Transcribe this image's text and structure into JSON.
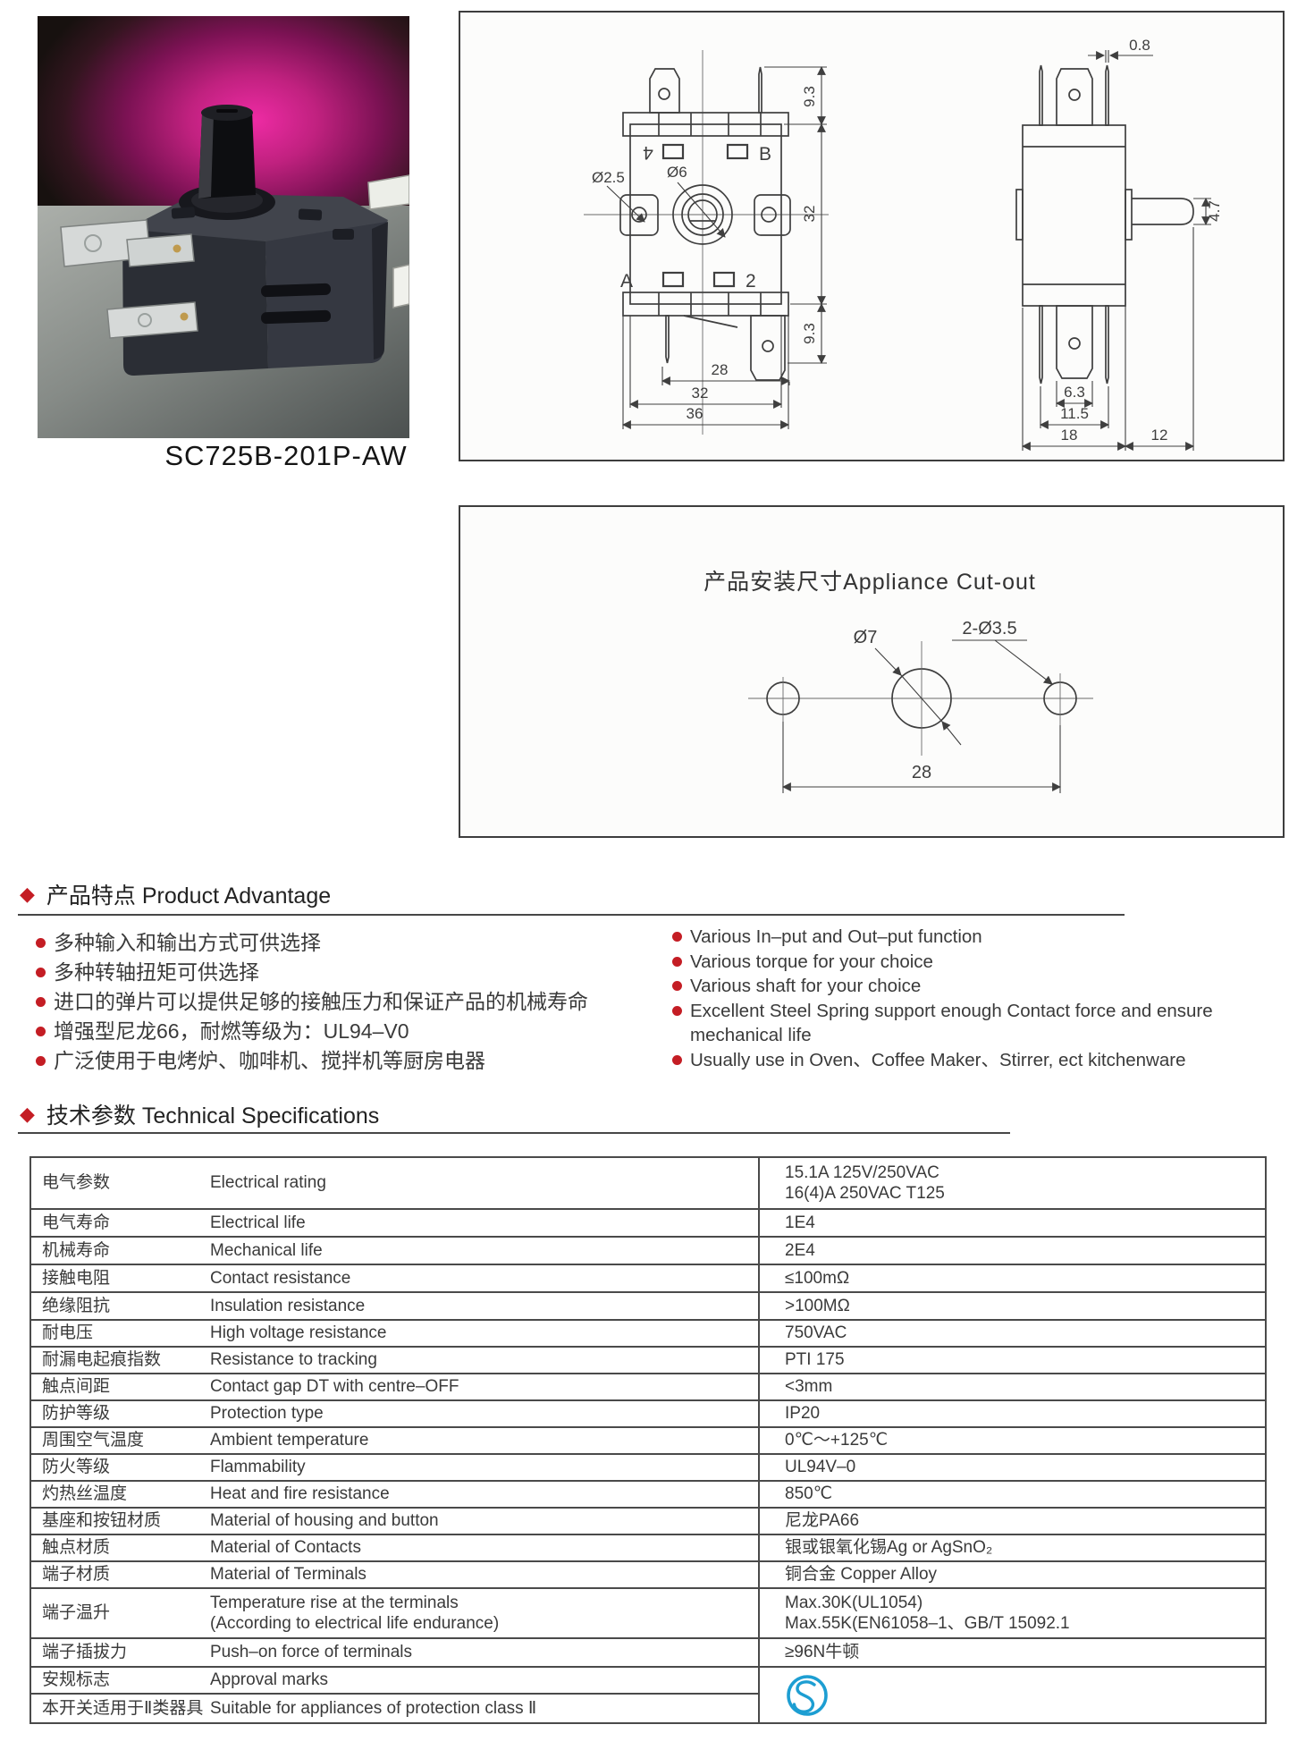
{
  "product": {
    "model": "SC725B-201P-AW"
  },
  "icons": {
    "diamond": "◆"
  },
  "colors": {
    "accent_red": "#c41d24",
    "approval_blue": "#1d9ed2",
    "line": "#3f3f3f"
  },
  "technical_drawing": {
    "front_view": {
      "labels": {
        "ear_hole_dia": "Ø2.5",
        "shaft_dia": "Ø6",
        "terminal_4": "4",
        "terminal_B": "B",
        "terminal_A": "A",
        "terminal_2": "2"
      },
      "dims": {
        "top_pin": "9.3",
        "body_height": "32",
        "bottom_pin": "9.3",
        "width_28": "28",
        "width_32": "32",
        "width_36": "36"
      }
    },
    "side_view": {
      "dims": {
        "pin_thickness": "0.8",
        "shaft_dia": "4.7",
        "tab_width": "6.3",
        "pin_span": "11.5",
        "body_depth": "18",
        "shaft_length": "12"
      }
    }
  },
  "cutout": {
    "title": "产品安装尺寸Appliance Cut-out",
    "center_hole": "Ø7",
    "side_holes": "2-Ø3.5",
    "hole_span": "28"
  },
  "advantage": {
    "title": "产品特点 Product Advantage",
    "bullets_cn": [
      "多种输入和输出方式可供选择",
      "多种转轴扭矩可供选择",
      "进口的弹片可以提供足够的接触压力和保证产品的机械寿命",
      "增强型尼龙66，耐燃等级为：UL94–V0",
      "广泛使用于电烤炉、咖啡机、搅拌机等厨房电器"
    ],
    "bullets_en": [
      "Various In–put and Out–put function",
      "Various torque for your choice",
      "Various shaft for your choice",
      "Excellent Steel Spring support enough Contact  force and ensure  mechanical life",
      "Usually use in Oven、Coffee Maker、Stirrer, ect kitchenware"
    ]
  },
  "specs": {
    "title": "技术参数 Technical Specifications",
    "rows": [
      {
        "cn": "电气参数",
        "en": "Electrical rating",
        "value": "15.1A  125V/250VAC\n16(4)A  250VAC  T125"
      },
      {
        "cn": "电气寿命",
        "en": "Electrical life",
        "value": "1E4"
      },
      {
        "cn": "机械寿命",
        "en": "Mechanical life",
        "value": "2E4"
      },
      {
        "cn": "接触电阻",
        "en": "Contact resistance",
        "value": "≤100mΩ"
      },
      {
        "cn": "绝缘阻抗",
        "en": "Insulation resistance",
        "value": ">100MΩ"
      },
      {
        "cn": "耐电压",
        "en": "High voltage resistance",
        "value": "750VAC"
      },
      {
        "cn": "耐漏电起痕指数",
        "en": "Resistance to tracking",
        "value": "PTI 175"
      },
      {
        "cn": "触点间距",
        "en": "Contact gap DT with centre–OFF",
        "value": "<3mm"
      },
      {
        "cn": "防护等级",
        "en": "Protection type",
        "value": "IP20"
      },
      {
        "cn": "周围空气温度",
        "en": "Ambient temperature",
        "value": "0℃～+125℃"
      },
      {
        "cn": "防火等级",
        "en": "Flammability",
        "value": "UL94V–0"
      },
      {
        "cn": "灼热丝温度",
        "en": "Heat and fire resistance",
        "value": "850℃"
      },
      {
        "cn": "基座和按钮材质",
        "en": "Material of housing and button",
        "value": "尼龙PA66"
      },
      {
        "cn": "触点材质",
        "en": "Material of Contacts",
        "value": "银或银氧化锡Ag or AgSnO₂"
      },
      {
        "cn": "端子材质",
        "en": "Material of Terminals",
        "value": "铜合金 Copper Alloy"
      },
      {
        "cn": "端子温升",
        "en": "Temperature rise at the terminals\n(According to electrical life endurance)",
        "value": "Max.30K(UL1054)\nMax.55K(EN61058–1、GB/T 15092.1"
      },
      {
        "cn": "端子插拔力",
        "en": "Push–on force of terminals",
        "value": "≥96N牛顿"
      },
      {
        "cn": "安规标志",
        "en": "Approval marks",
        "value": ""
      },
      {
        "cn": "本开关适用于Ⅱ类器具",
        "en": "Suitable for appliances of protection class Ⅱ",
        "value": ""
      }
    ]
  }
}
